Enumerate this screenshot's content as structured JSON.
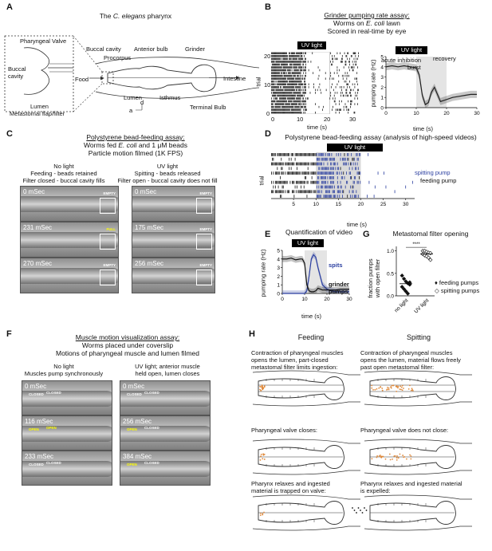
{
  "panels": {
    "A": {
      "letter": "A",
      "title": "The C. elegans pharynx",
      "title_pre": "The ",
      "title_em": "C. elegans",
      "title_post": " pharynx",
      "labels": {
        "pharyngeal_valve": "Pharyngeal Valve",
        "buccal_cavity_inset": "Buccal\ncavity",
        "lumen_inset": "Lumen",
        "metastomal": "Metastomal flap/filter",
        "buccal_cavity": "Buccal cavity",
        "procorpus": "Procorpus",
        "anterior_bulb": "Anterior bulb",
        "grinder": "Grinder",
        "food": "Food",
        "intestine": "Intestine",
        "lumen": "Lumen",
        "isthmus": "Isthmus",
        "terminal_bulb": "Terminal Bulb",
        "axis_a": "a",
        "axis_d": "d"
      }
    },
    "B": {
      "letter": "B",
      "title": "Grinder pumping rate assay:",
      "sub1": "Worms on E. coli lawn",
      "sub1_pre": "Worms on ",
      "sub1_em": "E. coli",
      "sub1_post": " lawn",
      "sub2": "Scored in real-time by eye",
      "uv": "UV light",
      "ylabel_left": "trial",
      "ylabel_right": "pumping rate (Hz)",
      "xlabel": "time (s)",
      "acute": "acute inhibition",
      "burst": "burst",
      "recovery": "recovery"
    },
    "C": {
      "letter": "C",
      "title": "Polystyrene bead-feeding assay:",
      "sub1_pre": "Worms fed ",
      "sub1_em": "E. coli",
      "sub1_post": " and 1 μM beads",
      "sub2": "Particle motion filmed (1K FPS)",
      "left_h1": "No light",
      "left_h2": "Feeding - beads retained",
      "left_h3": "Filter closed - buccal cavity fills",
      "right_h1": "UV light",
      "right_h2": "Spitting - beads released",
      "right_h3": "Filter open - buccal cavity does not fill",
      "left_frames": [
        "0 mSec",
        "231 mSec",
        "270 mSec"
      ],
      "right_frames": [
        "0 mSec",
        "175 mSec",
        "256 mSec"
      ],
      "empty": "EMPTY",
      "full": "FULL"
    },
    "D": {
      "letter": "D",
      "title": "Polystyrene bead-feeding assay (analysis of high-speed videos)",
      "uv": "UV light",
      "ylabel": "trial",
      "xlabel": "time (s)",
      "spitting": "spitting pump",
      "feeding": "feeding pump"
    },
    "E": {
      "letter": "E",
      "title": "Quantification of video",
      "uv": "UV light",
      "ylabel": "pumping rate (Hz)",
      "xlabel": "time (s)",
      "spits": "spits",
      "grinder": "grinder\npumps"
    },
    "F": {
      "letter": "F",
      "title": "Muscle motion visualization assay:",
      "sub1": "Worms placed under coverslip",
      "sub2": "Motions of pharyngeal muscle and lumen filmed",
      "left_h1": "No light",
      "left_h2": "Muscles pump synchronously",
      "right_h1": "UV light; anterior muscle",
      "right_h2": "held open, lumen closes",
      "left_frames": [
        "0 mSec",
        "116 mSec",
        "233 mSec"
      ],
      "right_frames": [
        "0 mSec",
        "256 mSec",
        "384 mSec"
      ],
      "closed": "CLOSED",
      "open": "OPEN"
    },
    "G": {
      "letter": "G",
      "title": "Metastomal filter opening",
      "ylabel": "fraction pumps\nwith open filter",
      "sig": "****",
      "cat1": "no light",
      "cat2": "UV light",
      "leg_feed": "feeding pumps",
      "leg_spit": "spitting pumps"
    },
    "H": {
      "letter": "H",
      "col_feed": "Feeding",
      "col_spit": "Spitting",
      "f1": "Contraction of pharyngeal muscles\nopens the lumen, part-closed\nmetastomal filter limits ingestion:",
      "s1": "Contraction of pharyngeal muscles\nopens the lumen, material flows freely\npast open metastomal filter:",
      "f2": "Pharyngeal valve closes:",
      "s2": "Pharyngeal valve does not close:",
      "f3": "Pharynx relaxes and ingested\nmaterial is trapped on valve:",
      "s3": "Pharynx relaxes and ingested material\nis expelled:"
    }
  },
  "chart_data": [
    {
      "type": "line",
      "panel": "B",
      "x": [
        0,
        2,
        4,
        6,
        8,
        10,
        11,
        12,
        13,
        14,
        15,
        16,
        17,
        18,
        20,
        22,
        24,
        26,
        28,
        30
      ],
      "series": [
        {
          "values": [
            4.0,
            4.1,
            4.0,
            4.1,
            4.0,
            3.9,
            3.2,
            1.2,
            0.3,
            0.5,
            1.5,
            2.0,
            1.3,
            0.6,
            0.8,
            1.0,
            1.1,
            1.2,
            1.3,
            1.3
          ]
        }
      ],
      "xticks": [
        0,
        10,
        20,
        30
      ],
      "yticks": [
        0,
        1,
        2,
        3,
        4,
        5
      ],
      "xlim": [
        0,
        30
      ],
      "ylim": [
        0,
        5
      ],
      "uv_window": [
        10,
        20
      ]
    },
    {
      "type": "line",
      "panel": "E",
      "x": [
        0,
        2,
        4,
        6,
        8,
        9,
        10,
        11,
        12,
        13,
        14,
        15,
        16,
        17,
        18,
        20,
        22,
        24,
        26,
        28,
        30
      ],
      "series": [
        {
          "name": "spits",
          "values": [
            0,
            0,
            0,
            0,
            0,
            0,
            0,
            0.3,
            2.0,
            4.0,
            4.5,
            4.2,
            3.0,
            2.0,
            1.0,
            0.5,
            0.3,
            0.2,
            0.2,
            0.2,
            0.2
          ]
        },
        {
          "name": "grinder pumps",
          "values": [
            4.0,
            4.0,
            4.1,
            3.9,
            4.0,
            4.0,
            3.5,
            1.0,
            0.3,
            0.2,
            0.2,
            0.3,
            0.6,
            0.5,
            0.4,
            0.4,
            0.4,
            0.4,
            0.5,
            0.5,
            0.5
          ]
        }
      ],
      "xticks": [
        0,
        10,
        20,
        30
      ],
      "yticks": [
        0,
        1,
        2,
        3,
        4,
        5
      ],
      "xlim": [
        0,
        30
      ],
      "ylim": [
        0,
        5
      ],
      "uv_window": [
        10,
        20
      ]
    },
    {
      "type": "scatter",
      "panel": "G",
      "categories": [
        "no light",
        "UV light"
      ],
      "series": [
        {
          "name": "feeding pumps",
          "values": [
            0.45,
            0.38,
            0.32,
            0.28,
            0.25,
            0.2,
            0.15,
            0.1,
            0.05,
            0.3
          ]
        },
        {
          "name": "spitting pumps",
          "values": [
            1.0,
            1.0,
            0.98,
            0.96,
            0.95,
            0.93,
            0.9,
            0.88,
            0.85,
            0.8
          ]
        }
      ],
      "yticks": [
        0.0,
        0.5,
        1.0
      ],
      "ylim": [
        0,
        1.1
      ],
      "means": [
        0.27,
        0.93
      ]
    },
    {
      "type": "scatter",
      "panel": "D",
      "xticks": [
        5,
        10,
        15,
        20,
        25,
        30
      ],
      "xlim": [
        0,
        32
      ],
      "uv_window": [
        10,
        20
      ],
      "trials": 10
    }
  ]
}
